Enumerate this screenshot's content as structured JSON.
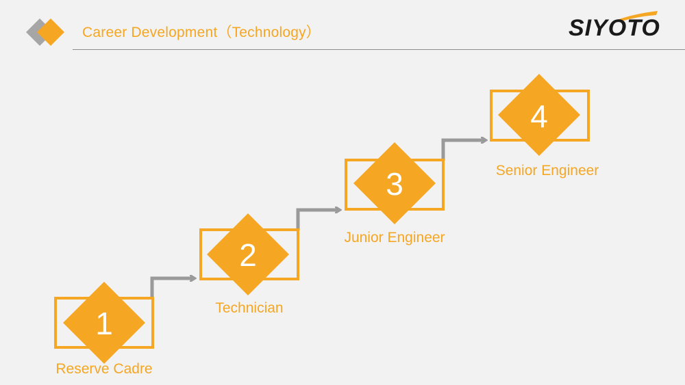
{
  "header": {
    "title": "Career Development（Technology）",
    "icon": "double-diamond-icon"
  },
  "logo": {
    "text": "SIYOTO"
  },
  "colors": {
    "accent": "#f5a623",
    "arrow": "#9a9a9a",
    "background": "#f2f2f2"
  },
  "steps": [
    {
      "number": "1",
      "label": "Reserve Cadre"
    },
    {
      "number": "2",
      "label": "Technician"
    },
    {
      "number": "3",
      "label": "Junior Engineer"
    },
    {
      "number": "4",
      "label": "Senior Engineer"
    }
  ]
}
